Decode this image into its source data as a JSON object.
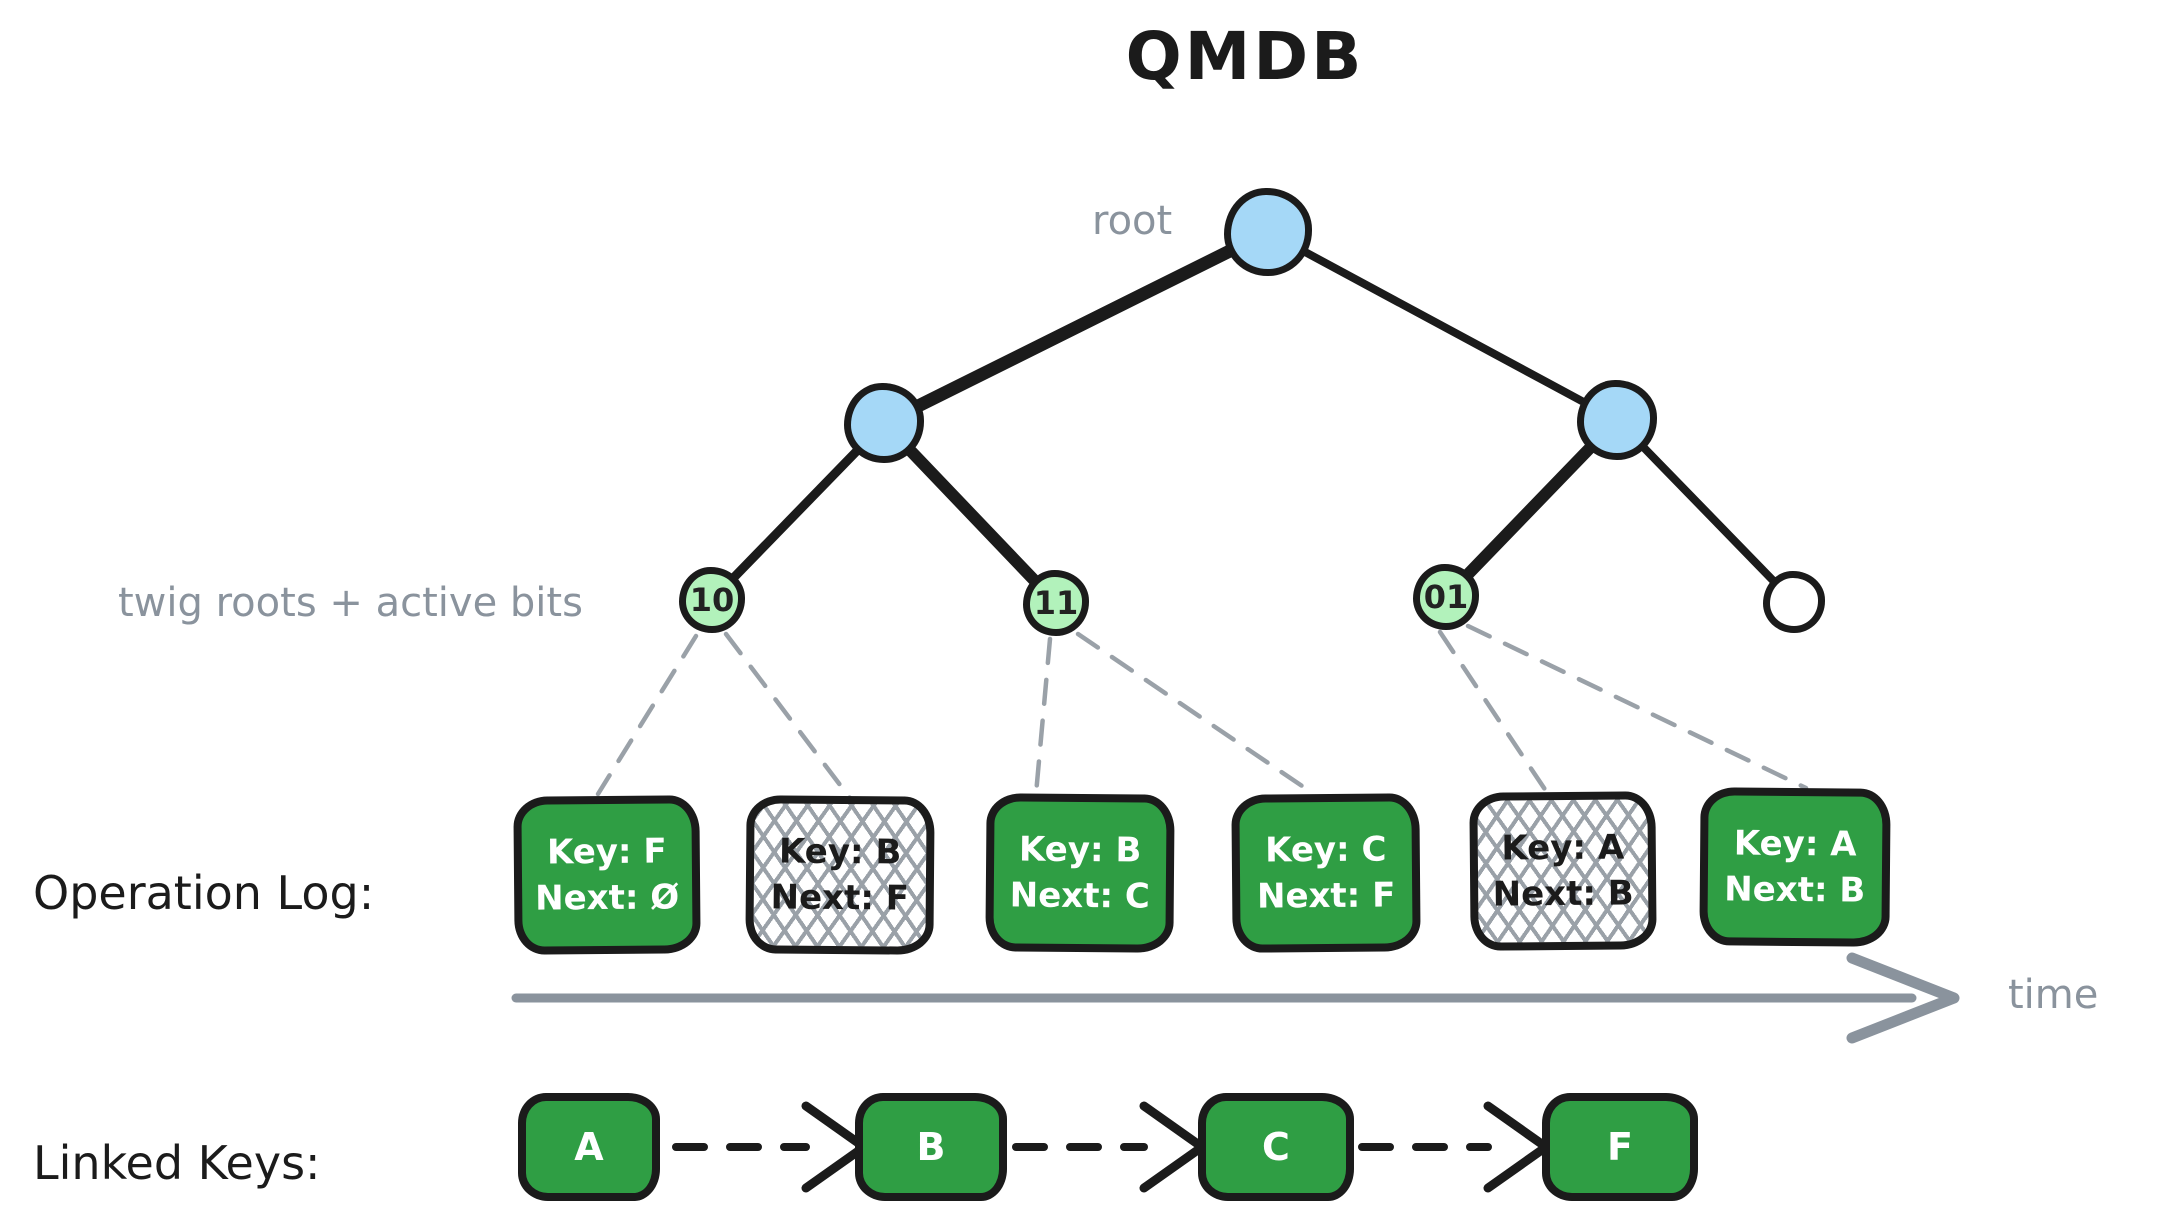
{
  "title": "QMDB",
  "colors": {
    "stroke_black": "#1b1b1b",
    "node_blue": "#a5d8f7",
    "node_green": "#b2f2bb",
    "box_green": "#2f9e44",
    "label_gray": "#8a939d",
    "hatch_gray": "#9aa1a8"
  },
  "tree": {
    "root_label": "root",
    "twig_label": "twig roots + active bits",
    "leaves": [
      {
        "label": "10"
      },
      {
        "label": "11"
      },
      {
        "label": "01"
      },
      {
        "label": ""
      }
    ]
  },
  "operation_log": {
    "label": "Operation Log:",
    "entries": [
      {
        "key": "Key: F",
        "next": "Next: Ø",
        "state": "active"
      },
      {
        "key": "Key: B",
        "next": "Next: F",
        "state": "superseded"
      },
      {
        "key": "Key: B",
        "next": "Next: C",
        "state": "active"
      },
      {
        "key": "Key: C",
        "next": "Next: F",
        "state": "active"
      },
      {
        "key": "Key: A",
        "next": "Next: B",
        "state": "superseded"
      },
      {
        "key": "Key: A",
        "next": "Next: B",
        "state": "active"
      }
    ],
    "time_label": "time"
  },
  "linked_keys": {
    "label": "Linked Keys:",
    "keys": [
      {
        "label": "A"
      },
      {
        "label": "B"
      },
      {
        "label": "C"
      },
      {
        "label": "F"
      }
    ]
  }
}
